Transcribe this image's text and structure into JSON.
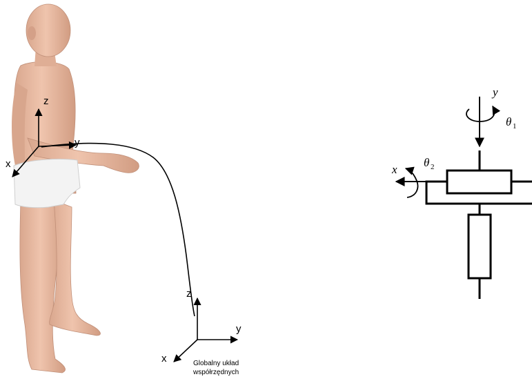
{
  "human_figure": {
    "shoulder_axes": {
      "z": "z",
      "y": "y",
      "x": "x"
    },
    "global_axes": {
      "z": "z",
      "y": "y",
      "x": "x"
    },
    "global_frame_caption": [
      "Globalny układ",
      "współrzędnych"
    ]
  },
  "joint_schematic": {
    "axis_y": "y",
    "axis_x": "x",
    "theta1": "θ",
    "theta1_sub": "1",
    "theta2": "θ",
    "theta2_sub": "2"
  },
  "colors": {
    "skin": "#e9b9a1",
    "skin_shadow": "#c98f75",
    "shorts": "#f2f2f2",
    "line": "#000000"
  }
}
